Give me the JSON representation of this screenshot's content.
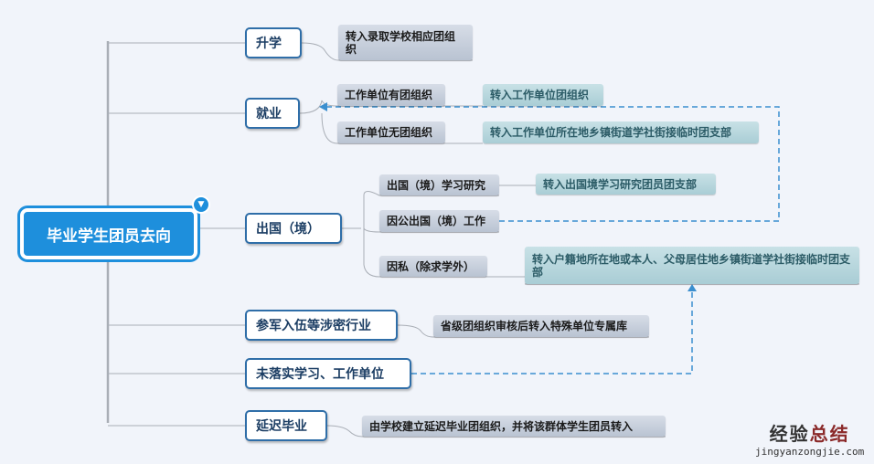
{
  "root": {
    "label": "毕业学生团员去向"
  },
  "branches": [
    {
      "label": "升学",
      "children": [
        {
          "label": "转入录取学校相应团组织"
        }
      ]
    },
    {
      "label": "就业",
      "children": [
        {
          "label": "工作单位有团组织",
          "result": "转入工作单位团组织"
        },
        {
          "label": "工作单位无团组织",
          "result": "转入工作单位所在地乡镇街道学社街接临时团支部"
        }
      ]
    },
    {
      "label": "出国（境）",
      "children": [
        {
          "label": "出国（境）学习研究",
          "result": "转入出国境学习研究团员团支部"
        },
        {
          "label": "因公出国（境）工作"
        },
        {
          "label": "因私（除求学外）",
          "result": "转入户籍地所在地或本人、父母居住地乡镇街道学社街接临时团支部"
        }
      ]
    },
    {
      "label": "参军入伍等涉密行业",
      "children": [
        {
          "label": "省级团组织审核后转入特殊单位专属库"
        }
      ]
    },
    {
      "label": "未落实学习、工作单位"
    },
    {
      "label": "延迟毕业",
      "children": [
        {
          "label": "由学校建立延迟毕业团组织，并将该群体学生团员转入"
        }
      ]
    }
  ],
  "watermark": {
    "cn_a": "经验",
    "cn_b": "总结",
    "url": "jingyanzongjie.com"
  }
}
